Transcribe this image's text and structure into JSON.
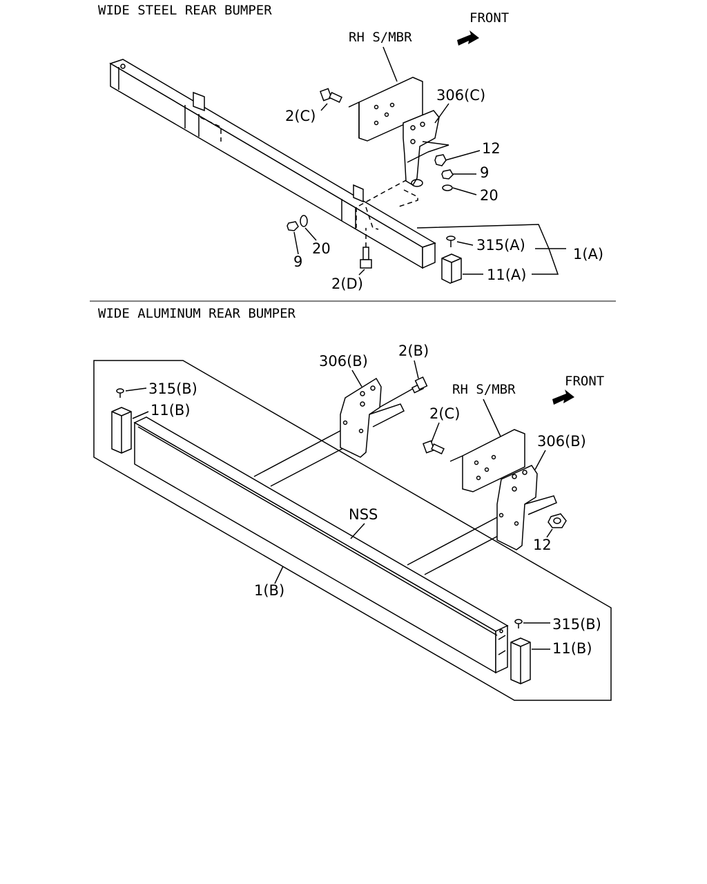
{
  "sections": {
    "steel_title": "WIDE STEEL REAR BUMPER",
    "aluminum_title": "WIDE ALUMINUM REAR BUMPER"
  },
  "steel": {
    "front": "FRONT",
    "rh_smbr": "RH S/MBR",
    "c306": "306(C)",
    "c2c": "2(C)",
    "c12": "12",
    "c9a": "9",
    "c20a": "20",
    "c9b": "9",
    "c20b": "20",
    "c315a": "315(A)",
    "c11a": "11(A)",
    "c1a": "1(A)",
    "c2d": "2(D)"
  },
  "aluminum": {
    "front": "FRONT",
    "rh_smbr": "RH S/MBR",
    "c306b_left": "306(B)",
    "c2b": "2(B)",
    "c2c": "2(C)",
    "c306b_right": "306(B)",
    "c315b_left": "315(B)",
    "c11b_left": "11(B)",
    "nss": "NSS",
    "c12": "12",
    "c1b": "1(B)",
    "c315b_right": "315(B)",
    "c11b_right": "11(B)"
  },
  "icons": [
    "front-arrow-icon",
    "bolt-icon",
    "nut-icon",
    "washer-icon",
    "screw-icon"
  ]
}
